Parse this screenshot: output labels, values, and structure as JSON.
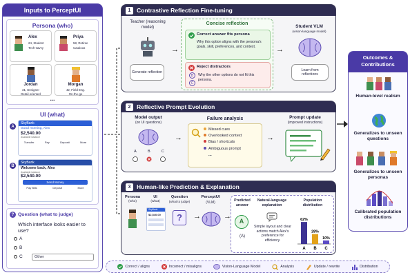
{
  "left": {
    "title": "Inputs to PerceptUI",
    "persona_title": "Persona (who)",
    "personas": [
      {
        "name": "Alex",
        "line1": "24, Student",
        "line2": "Tech-savvy"
      },
      {
        "name": "Priya",
        "line1": "58, Retiree",
        "line2": "Cautious"
      },
      {
        "name": "Jordan",
        "line1": "31, Designer",
        "line2": "Detail-oriented"
      },
      {
        "name": "Morgan",
        "line1": "42, Field Eng.",
        "line2": "On-the-go"
      }
    ],
    "ellipsis": "...",
    "ui_title": "UI (what)",
    "ui_a": {
      "badge": "A",
      "app": "SkyBank",
      "greeting": "Good morning, Alex",
      "balance": "$2,540.00",
      "balance_label": "Available balance",
      "actions": [
        "Transfer",
        "Pay",
        "Deposit",
        "More"
      ]
    },
    "ui_b": {
      "badge": "B",
      "app": "SkyBank",
      "greeting": "Welcome back, Alex",
      "balance_label": "Available balance",
      "balance": "$2,540.00",
      "button": "Send Money",
      "actions": [
        "Pay Bills",
        "Deposit",
        "More"
      ]
    },
    "question_badge": "?",
    "question_title": "Question (what to judge)",
    "question_text": "Which interface looks easier to use?",
    "options": [
      "A",
      "B",
      "C"
    ],
    "other": "Other"
  },
  "stage1": {
    "num": "1",
    "title": "Contrastive Reflection Fine-tuning",
    "teacher": "Teacher (reasoning model)",
    "generate": "Generate reflection",
    "concise_title": "Concise reflection",
    "correct_head": "Correct answer fits persona",
    "correct_text": "Why this option aligns with the persona's goals, skill, preferences, and context.",
    "reject_head": "Reject distractors",
    "reject_badges": [
      "B",
      "C"
    ],
    "reject_text": "Why the other options do not fit this persona.",
    "student": "Student VLM",
    "student_sub": "(vision-language model)",
    "learn": "Learn from reflections"
  },
  "stage2": {
    "num": "2",
    "title": "Reflective Prompt Evolution",
    "model_output": "Model output",
    "model_output_sub": "(on UI questions)",
    "choices": [
      "A",
      "B",
      "C"
    ],
    "failure_title": "Failure analysis",
    "failures": [
      "Missed cues",
      "Overlooked context",
      "Bias / shortcuts",
      "Ambiguous prompt"
    ],
    "failure_more": "...",
    "update_title": "Prompt update",
    "update_sub": "(improved instructions)"
  },
  "stage3": {
    "num": "3",
    "title": "Human-like Prediction & Explanation",
    "persona": "Persona",
    "persona_sub": "(who)",
    "ui": "UI",
    "ui_sub": "(what)",
    "ui_app": "SkyBank",
    "ui_balance": "$2,540.00",
    "question": "Question",
    "question_sub": "(what to judge)",
    "question_mark": "?",
    "model": "PerceptUI",
    "model_sub": "(VLM)",
    "predicted": "Predicted answer",
    "answer_badge": "A",
    "answer_paren": "(A)",
    "nl_title": "Natural-language explanation",
    "nl_text": "Simple layout and clear actions match Alex's preference for efficiency.",
    "pop_title": "Population distribution"
  },
  "chart_data": {
    "type": "bar",
    "categories": [
      "A",
      "B",
      "C"
    ],
    "values": [
      62,
      28,
      10
    ],
    "value_labels": [
      "62%",
      "28%",
      "10%"
    ],
    "colors": [
      "#3d3393",
      "#e3a21a",
      "#5b4bc4"
    ]
  },
  "outcomes": {
    "title": "Outcomes & Contributions",
    "items": [
      "Human-level realism",
      "Generalizes to unseen questions",
      "Generalizes to unseen personas",
      "Calibrated population distributions"
    ]
  },
  "legend": [
    {
      "icon": "check-icon",
      "label": "Correct / aligns",
      "color": "#2e9d4a"
    },
    {
      "icon": "x-icon",
      "label": "Incorrect / misaligns",
      "color": "#d23b3b"
    },
    {
      "icon": "brain-icon",
      "label": "Vision-Language Model",
      "color": "#7a6fd0"
    },
    {
      "icon": "magnifier-icon",
      "label": "Analysis",
      "color": "#d4a017"
    },
    {
      "icon": "pencil-icon",
      "label": "Update / rewrite",
      "color": "#e8a33a"
    },
    {
      "icon": "chart-icon",
      "label": "Distribution",
      "color": "#5b4bc4"
    }
  ]
}
